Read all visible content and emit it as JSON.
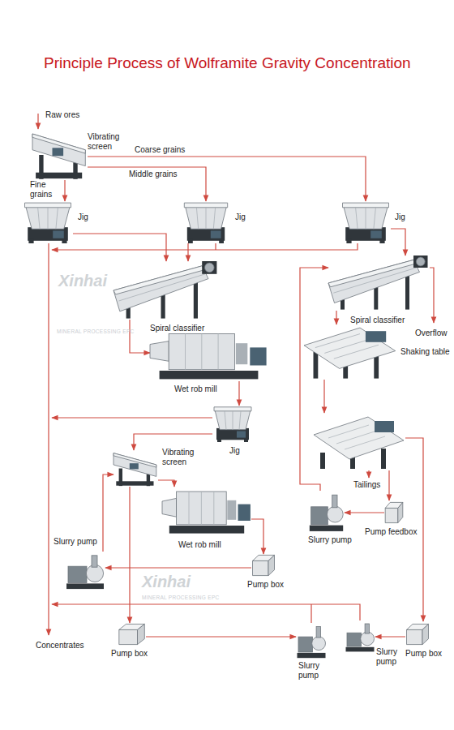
{
  "diagram": {
    "title": "Principle Process of Wolframite Gravity Concentration",
    "nodes": [
      {
        "text": [
          "Vibrating screen"
        ]
      },
      {
        "text": [
          "Jig"
        ]
      },
      {
        "text": [
          "Jig"
        ]
      },
      {
        "text": [
          "Jig"
        ]
      },
      {
        "text": [
          "Spiral classifier"
        ]
      },
      {
        "text": [
          "Spiral classifier"
        ]
      },
      {
        "text": [
          "Wet rob mill"
        ]
      },
      {
        "text": [
          "Shaking table"
        ]
      },
      {
        "text": [
          "Jig"
        ]
      },
      {
        "text": [
          "Vibrating screen"
        ]
      },
      {
        "text": [
          "Wet rob mill"
        ]
      },
      {
        "text": [
          "Slurry pump"
        ]
      },
      {
        "text": [
          "Slurry pump"
        ]
      },
      {
        "text": [
          "Pump feedbox"
        ]
      },
      {
        "text": [
          "Pump box"
        ]
      },
      {
        "text": [
          "Pump box"
        ]
      },
      {
        "text": [
          "Slurry pump"
        ]
      },
      {
        "text": [
          "Slurry pump"
        ]
      },
      {
        "text": [
          "Pump box"
        ]
      }
    ],
    "edges": [
      {
        "from": 0,
        "to": 1,
        "label": "Fine grains",
        "arrow": "to"
      },
      {
        "from": 0,
        "to": 2,
        "label": "Middle grains",
        "arrow": "to"
      },
      {
        "from": 0,
        "to": 3,
        "label": "Coarse grains",
        "arrow": "to"
      },
      {
        "from": 1,
        "to": 4,
        "arrow": "to"
      },
      {
        "from": 2,
        "to": 4,
        "arrow": "to"
      },
      {
        "from": 3,
        "to": 5,
        "arrow": "to"
      },
      {
        "from": 4,
        "to": 6,
        "arrow": "to"
      },
      {
        "from": 5,
        "to": 7,
        "arrow": "to"
      },
      {
        "from": 6,
        "to": 8,
        "arrow": "to"
      },
      {
        "from": 8,
        "to": 9,
        "arrow": "to"
      },
      {
        "from": 9,
        "to": 10,
        "arrow": "to"
      },
      {
        "from": 10,
        "to": 14,
        "arrow": "to"
      },
      {
        "from": 14,
        "to": 11,
        "arrow": "to"
      },
      {
        "from": 11,
        "to": 9,
        "arrow": "to"
      },
      {
        "from": 9,
        "to": 15,
        "arrow": "to"
      },
      {
        "from": 15,
        "to": 16,
        "arrow": "to"
      },
      {
        "from": 13,
        "to": 12,
        "arrow": "to"
      },
      {
        "from": 12,
        "to": 5,
        "arrow": "to"
      },
      {
        "from": 18,
        "to": 17,
        "arrow": "to"
      }
    ],
    "labels": [
      "Raw ores",
      "Overflow",
      "Tailings",
      "Concentrates",
      "Xinhai",
      "MINERAL PROCESSING EPC",
      "Xinhai",
      "MINERAL PROCESSING EPC"
    ]
  }
}
